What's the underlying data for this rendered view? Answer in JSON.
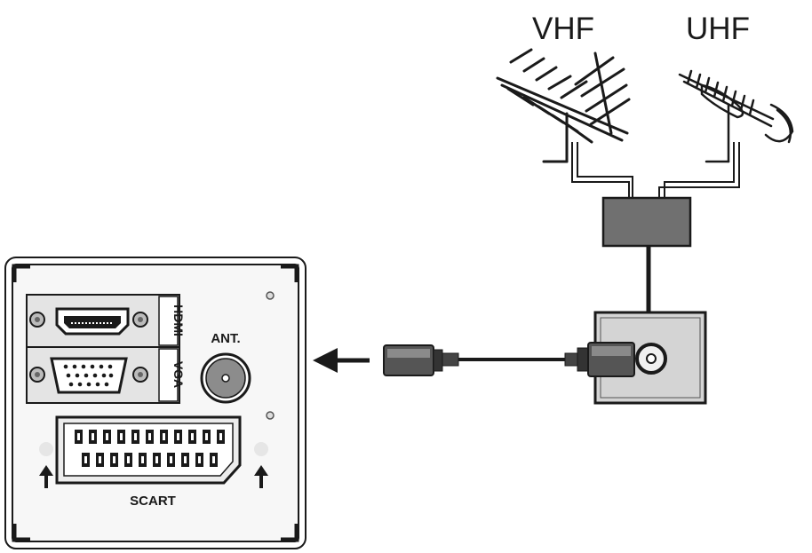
{
  "antennas": {
    "vhf_label": "VHF",
    "uhf_label": "UHF"
  },
  "panel": {
    "hdmi_label": "HDMI",
    "vga_label": "VGA",
    "ant_label": "ANT.",
    "scart_label": "SCART"
  },
  "colors": {
    "line": "#1a1a1a",
    "panel_fill": "#f7f7f7",
    "port_fill": "#d9d9d9",
    "splitter_fill": "#707070",
    "wall_plate_fill": "#d4d4d4"
  }
}
